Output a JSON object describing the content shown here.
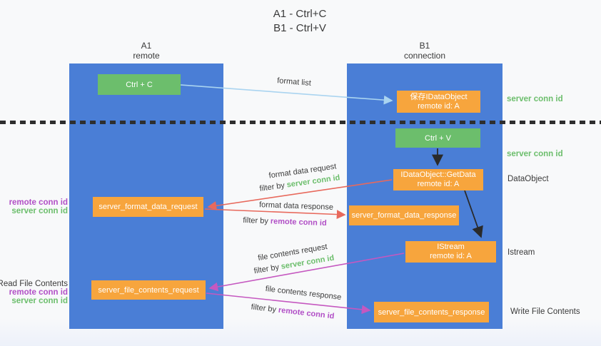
{
  "title": {
    "line1": "A1 - Ctrl+C",
    "line2": "B1 - Ctrl+V"
  },
  "lanes": {
    "left": {
      "name": "A1",
      "subtitle": "remote"
    },
    "right": {
      "name": "B1",
      "subtitle": "connection"
    }
  },
  "nodes": {
    "ctrl_c": "Ctrl + C",
    "ctrl_v": "Ctrl + V",
    "save_dataobject": {
      "line1": "保存IDataObject",
      "line2": "remote id: A"
    },
    "getdata": {
      "line1": "IDataObject::GetData",
      "line2": "remote id: A"
    },
    "istream": {
      "line1": "IStream",
      "line2": "remote id: A"
    },
    "format_request": "server_format_data_request",
    "format_response": "server_format_data_response",
    "file_request": "server_file_contents_request",
    "file_response": "server_file_contents_response"
  },
  "edge_labels": {
    "format_list": "format list",
    "format_data_request": "format data request",
    "format_data_response": "format data response",
    "file_contents_request": "file contents request",
    "file_contents_response": "file contents response",
    "filter_by": "filter by ",
    "server_conn_id": "server conn id",
    "remote_conn_id": "remote conn id"
  },
  "side_labels": {
    "server_conn_id": "server conn id",
    "remote_conn_id": "remote conn id",
    "dataobject": "DataObject",
    "istream": "Istream",
    "read_file": "Read File Contents",
    "write_file": "Write File Contents"
  },
  "colors": {
    "lane_blue": "#4a7ed6",
    "node_green": "#6cbe6c",
    "node_orange": "#f7a53d",
    "arrow_red": "#e8695c",
    "arrow_magenta": "#c558c0",
    "arrow_blue": "#aad4f0",
    "arrow_black": "#2a2a2a",
    "label_green": "#6cbe6c",
    "label_purple": "#b14fc6",
    "text_dark": "#3c3c3c"
  }
}
